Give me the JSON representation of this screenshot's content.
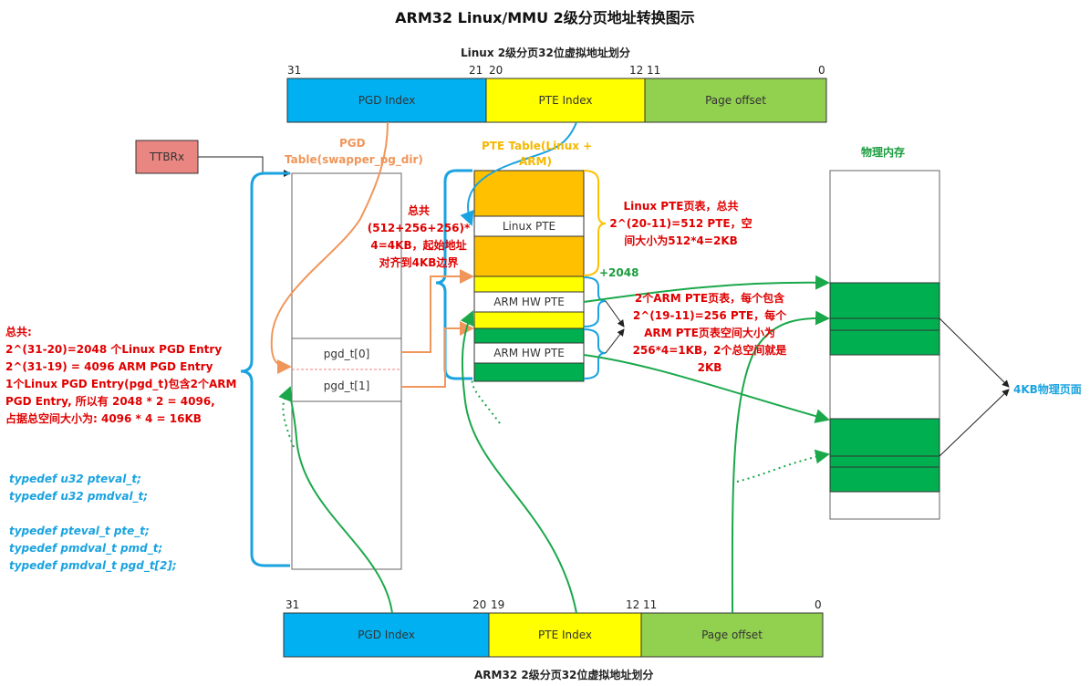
{
  "title": "ARM32 Linux/MMU 2级分页地址转换图示",
  "linux_va": {
    "caption": "Linux 2级分页32位虚拟地址划分",
    "bits": {
      "b31": "31",
      "b21": "21",
      "b20": "20",
      "b12": "12",
      "b11": "11",
      "b0": "0"
    },
    "fields": {
      "pgd": "PGD Index",
      "pte": "PTE Index",
      "offset": "Page offset"
    }
  },
  "arm_va": {
    "caption": "ARM32 2级分页32位虚拟地址划分",
    "bits": {
      "b31": "31",
      "b20": "20",
      "b19": "19",
      "b12": "12",
      "b11": "11",
      "b0": "0"
    },
    "fields": {
      "pgd": "PGD Index",
      "pte": "PTE Index",
      "offset": "Page offset"
    }
  },
  "ttbr": "TTBRx",
  "pgd_table": {
    "title_line1": "PGD",
    "title_line2": "Table(swapper_pg_dir)",
    "entry0": "pgd_t[0]",
    "entry1": "pgd_t[1]"
  },
  "pte_table": {
    "title_line1": "PTE Table(Linux +",
    "title_line2": "ARM)",
    "linux_pte": "Linux PTE",
    "arm_hw_pte_1": "ARM HW PTE",
    "arm_hw_pte_2": "ARM HW PTE",
    "plus2048": "+2048"
  },
  "phys_mem": {
    "title": "物理内存",
    "page_label": "4KB物理页面"
  },
  "notes": {
    "total_pte": [
      "总共",
      "(512+256+256)*",
      "4=4KB，起始地址",
      "对齐到4KB边界"
    ],
    "linux_pte": [
      "Linux PTE页表，总共",
      "2^(20-11)=512 PTE，空",
      "间大小为512*4=2KB"
    ],
    "arm_pte": [
      "2个ARM PTE页表，每个包含",
      "2^(19-11)=256 PTE，每个",
      "ARM PTE页表空间大小为",
      "256*4=1KB，2个总空间就是",
      "2KB"
    ],
    "pgd_summary": [
      "总共:",
      "2^(31-20)=2048 个Linux PGD Entry",
      "2^(31-19) = 4096 ARM PGD Entry",
      "1个Linux PGD Entry(pgd_t)包含2个ARM",
      "PGD Entry, 所以有 2048 * 2 = 4096,",
      "占据总空间大小为: 4096 * 4 = 16KB"
    ]
  },
  "typedefs": [
    "typedef u32 pteval_t;",
    "typedef u32 pmdval_t;",
    "",
    "typedef pteval_t pte_t;",
    "typedef pmdval_t pmd_t;",
    "typedef pmdval_t pgd_t[2];"
  ],
  "colors": {
    "cyan": "#00b0f0",
    "yellow": "#ffff00",
    "lightgreen": "#92d050",
    "orange": "#ffc000",
    "green": "#00b050",
    "pink": "#ea8681",
    "red": "#e00000"
  }
}
